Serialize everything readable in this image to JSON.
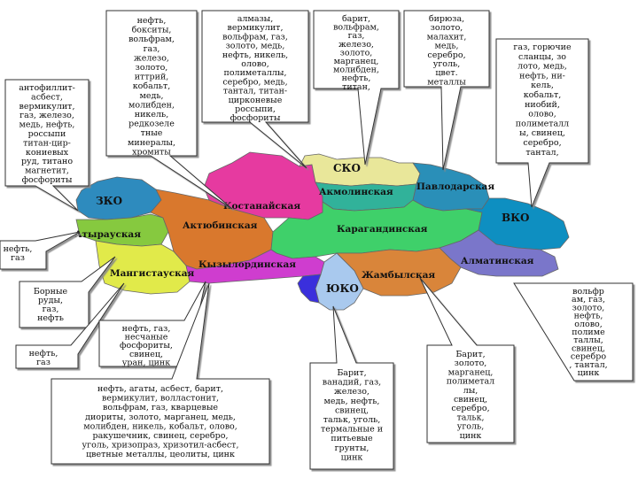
{
  "map": {
    "regions": [
      {
        "id": "sko",
        "name": "СКО",
        "color": "#e9e79a"
      },
      {
        "id": "pavlodar",
        "name": "Павлодарская",
        "color": "#2a8fb8"
      },
      {
        "id": "akmola",
        "name": "Акмолинская",
        "color": "#31b29a"
      },
      {
        "id": "kostanay",
        "name": "Костанайская",
        "color": "#e63aa0"
      },
      {
        "id": "zko",
        "name": "ЗКО",
        "color": "#2e8bbe"
      },
      {
        "id": "aktobe",
        "name": "Актюбинская",
        "color": "#d9782d"
      },
      {
        "id": "atyrau",
        "name": "Атырауская",
        "color": "#86c93f"
      },
      {
        "id": "mangistau",
        "name": "Мангистауская",
        "color": "#e1ea4a"
      },
      {
        "id": "karaganda",
        "name": "Карагандинская",
        "color": "#3fd06a"
      },
      {
        "id": "vko",
        "name": "ВКО",
        "color": "#0e8fc1"
      },
      {
        "id": "almaty",
        "name": "Алматинская",
        "color": "#7a76ca"
      },
      {
        "id": "kyzylorda",
        "name": "Кызылординская",
        "color": "#cf3dcf"
      },
      {
        "id": "zhambyl",
        "name": "Жамбылская",
        "color": "#d9853a"
      },
      {
        "id": "uko",
        "name": "ЮКО",
        "color": "#a9c9ee"
      },
      {
        "id": "uko_south",
        "name": "",
        "color": "#3a2fdc"
      }
    ]
  },
  "callouts": [
    {
      "id": "c1",
      "lines": [
        "нефть,",
        "бокситы,",
        "вольфрам,",
        "газ,",
        "железо,",
        "золото,",
        "иттрий,",
        "кобальт,",
        "медь,",
        "молибден,",
        "никель,",
        "редкозеле",
        "тные",
        "минералы,",
        "хромиты"
      ]
    },
    {
      "id": "c2",
      "lines": [
        "алмазы,",
        "вермикулит,",
        "вольфрам, газ,",
        "золото, медь,",
        "нефть, никель,",
        "олово,",
        "полиметаллы,",
        "серебро, медь,",
        "тантал, титан-",
        "цирконевые",
        "россыпи,",
        "фосфориты"
      ]
    },
    {
      "id": "c3",
      "lines": [
        "барит,",
        "вольфрам,",
        "газ,",
        "железо,",
        "золото,",
        "марганец,",
        "молибден,",
        "нефть,",
        "титан,"
      ]
    },
    {
      "id": "c4",
      "lines": [
        "бирюза,",
        "золото,",
        "малахит,",
        "медь,",
        "серебро,",
        "уголь,",
        "цвет.",
        "металлы"
      ]
    },
    {
      "id": "c5",
      "lines": [
        "газ, горючие",
        "сланцы, зо",
        "лото, медь,",
        "нефть, ни-",
        "кель,",
        "кобальт,",
        "ниобий,",
        "олово,",
        "полиметалл",
        "ы, свинец,",
        "серебро,",
        "тантал,"
      ]
    },
    {
      "id": "c6",
      "lines": [
        "антофиллит-",
        "асбест,",
        "вермикулит,",
        "газ, железо,",
        "медь, нефть,",
        "россыпи",
        "титан-цир-",
        "кониевых",
        "руд, титано",
        "магнетит,",
        "фосфориты"
      ]
    },
    {
      "id": "c7",
      "lines": [
        "нефть,",
        "газ"
      ]
    },
    {
      "id": "c8",
      "lines": [
        "Борные",
        "руды,",
        "газ,",
        "нефть"
      ]
    },
    {
      "id": "c9",
      "lines": [
        "нефть,",
        "газ"
      ]
    },
    {
      "id": "c10",
      "lines": [
        "нефть, газ,",
        "несчаные",
        "фосфориты,",
        "свинец,",
        "уран, цинк"
      ]
    },
    {
      "id": "c11",
      "lines": [
        "нефть, агаты, асбест, барит,",
        "вермикулит, волластонит,",
        "вольфрам, газ, кварцевые",
        "диориты, золото, марганец, медь,",
        "молибден, никель, кобальт, олово,",
        "ракушечник, свинец, серебро,",
        "уголь, хризопраз, хризотил-асбест,",
        "цветные металлы, цеолиты, цинк"
      ]
    },
    {
      "id": "c12",
      "lines": [
        "Барит,",
        "ванадий, газ,",
        "железо,",
        "медь, нефть,",
        "свинец,",
        "тальк, уголь,",
        "термальные и",
        "питьевые",
        "грунты,",
        "цинк"
      ]
    },
    {
      "id": "c13",
      "lines": [
        "Барит,",
        "золото,",
        "марганец,",
        "полиметал",
        "лы,",
        "свинец,",
        "серебро,",
        "тальк,",
        "уголь,",
        "цинк"
      ]
    },
    {
      "id": "c14",
      "lines": [
        "вольфр",
        "ам, газ,",
        "золото,",
        "нефть,",
        "олово,",
        "полиме",
        "таллы,",
        "свинец,",
        "серебро",
        ", тантал,",
        "цинк"
      ]
    }
  ]
}
